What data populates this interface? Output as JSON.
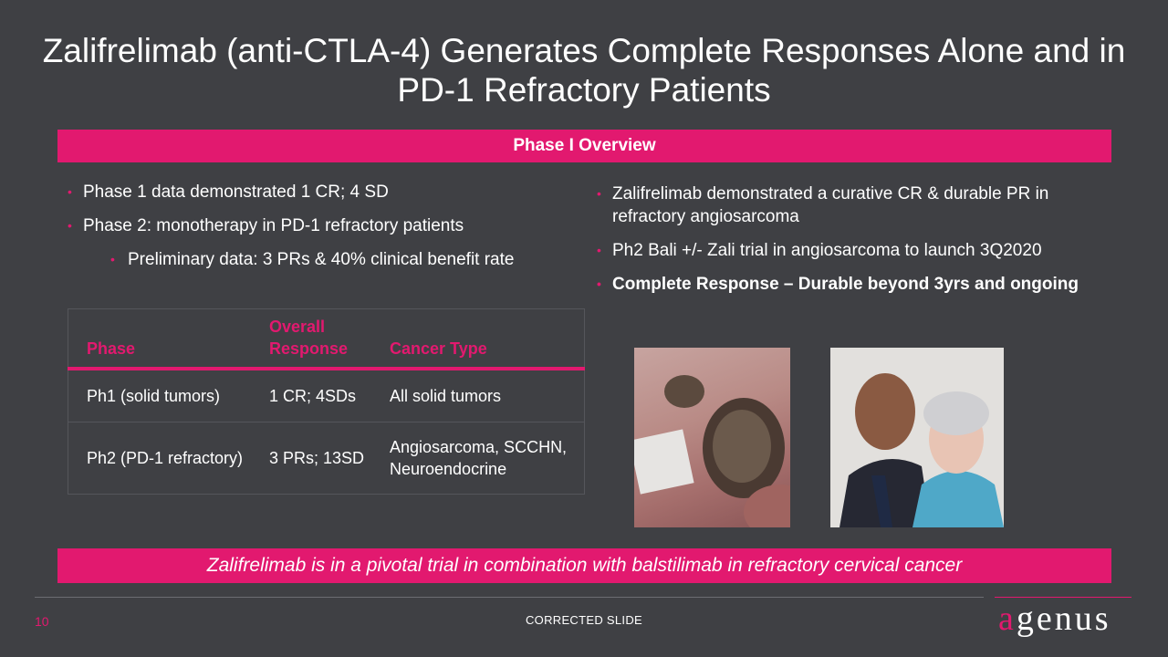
{
  "title": "Zalifrelimab (anti-CTLA-4) Generates Complete Responses Alone and in PD-1 Refractory Patients",
  "overview_band": "Phase I Overview",
  "left_bullets": [
    "Phase 1 data demonstrated 1 CR; 4 SD",
    "Phase 2: monotherapy in PD-1 refractory patients",
    "Preliminary data: 3 PRs & 40% clinical benefit rate"
  ],
  "right_bullets": [
    "Zalifrelimab demonstrated a curative CR & durable PR in refractory angiosarcoma",
    "Ph2 Bali +/- Zali trial in angiosarcoma to launch 3Q2020",
    "Complete Response – Durable beyond 3yrs and ongoing"
  ],
  "table": {
    "headers": [
      "Phase",
      "Overall Response",
      "Cancer Type"
    ],
    "rows": [
      [
        "Ph1 (solid tumors)",
        "1 CR; 4SDs",
        "All solid tumors"
      ],
      [
        "Ph2 (PD-1 refractory)",
        "3 PRs; 13SD",
        "Angiosarcoma, SCCHN, Neuroendocrine"
      ]
    ]
  },
  "bottom_band": "Zalifrelimab is in a pivotal trial in combination with balstilimab in refractory cervical cancer",
  "footer": {
    "page_number": "10",
    "note": "CORRECTED SLIDE",
    "logo_first": "a",
    "logo_rest": "genus"
  },
  "colors": {
    "accent": "#e2196f",
    "background": "#3f4044"
  }
}
